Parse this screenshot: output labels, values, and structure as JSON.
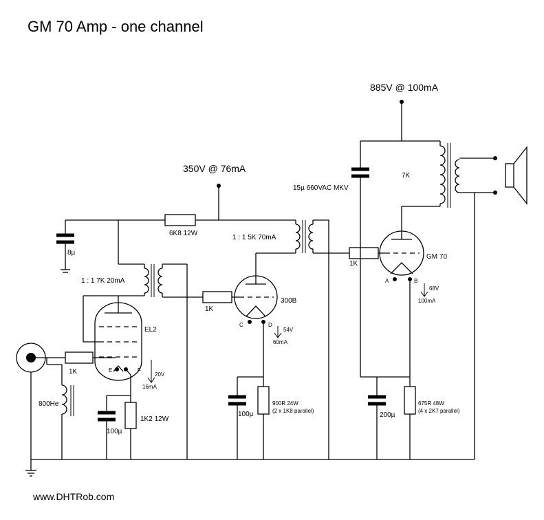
{
  "title": "GM 70 Amp - one channel",
  "footer": "www.DHTRob.com",
  "supplies": {
    "output_stage": "885V @ 100mA",
    "driver_stage": "350V @ 76mA"
  },
  "input_stage": {
    "tube": "EL2",
    "grid_resistor": "1K",
    "choke": "800He",
    "cathode_cap": "100µ",
    "cathode_resistor": "1K2 12W",
    "filament_E": "E",
    "filament_F": "F",
    "bias_voltage": "20V",
    "bias_current": "16mA"
  },
  "supply_filter": {
    "cap": "8µ",
    "resistor": "6K8 12W"
  },
  "interstage_1": {
    "label": "1 : 1  7K  20mA"
  },
  "interstage_2": {
    "label": "1 : 1  5K 70mA"
  },
  "driver_stage": {
    "tube": "300B",
    "grid_resistor": "1K",
    "filament_C": "C",
    "filament_D": "D",
    "bias_voltage": "54V",
    "bias_current": "60mA",
    "cathode_cap": "100µ",
    "cathode_resistor": "900R 24W",
    "cathode_resistor_note": "(2 x 1K8 parallel)"
  },
  "output_stage": {
    "tube": "GM 70",
    "grid_resistor": "1K",
    "filament_A": "A",
    "filament_B": "B",
    "bias_voltage": "68V",
    "bias_current": "100mA",
    "coupling_cap": "15µ 660VAC MKV",
    "transformer": "7K",
    "cathode_cap": "200µ",
    "cathode_resistor": "675R 48W",
    "cathode_resistor_note": "(4 x 2K7 parallel)"
  }
}
